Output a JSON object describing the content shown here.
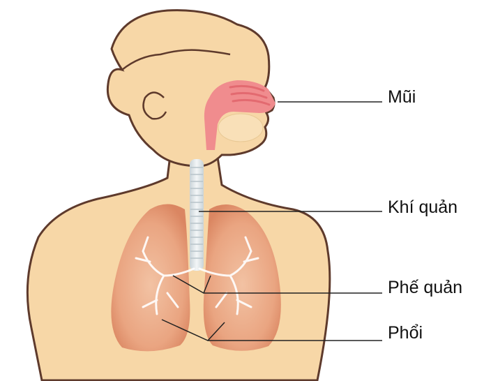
{
  "labels": {
    "nose": "Mũi",
    "trachea": "Khí quản",
    "bronchi": "Phế quản",
    "lungs": "Phổi"
  },
  "colors": {
    "skin": "#F7D7A7",
    "outline": "#5E3A2C",
    "hair": "#F7D7A7",
    "nose_passage": "#F08C8E",
    "lungs": "#E9A27F",
    "trachea": "#E6ECEF",
    "leader_line": "#222222"
  }
}
